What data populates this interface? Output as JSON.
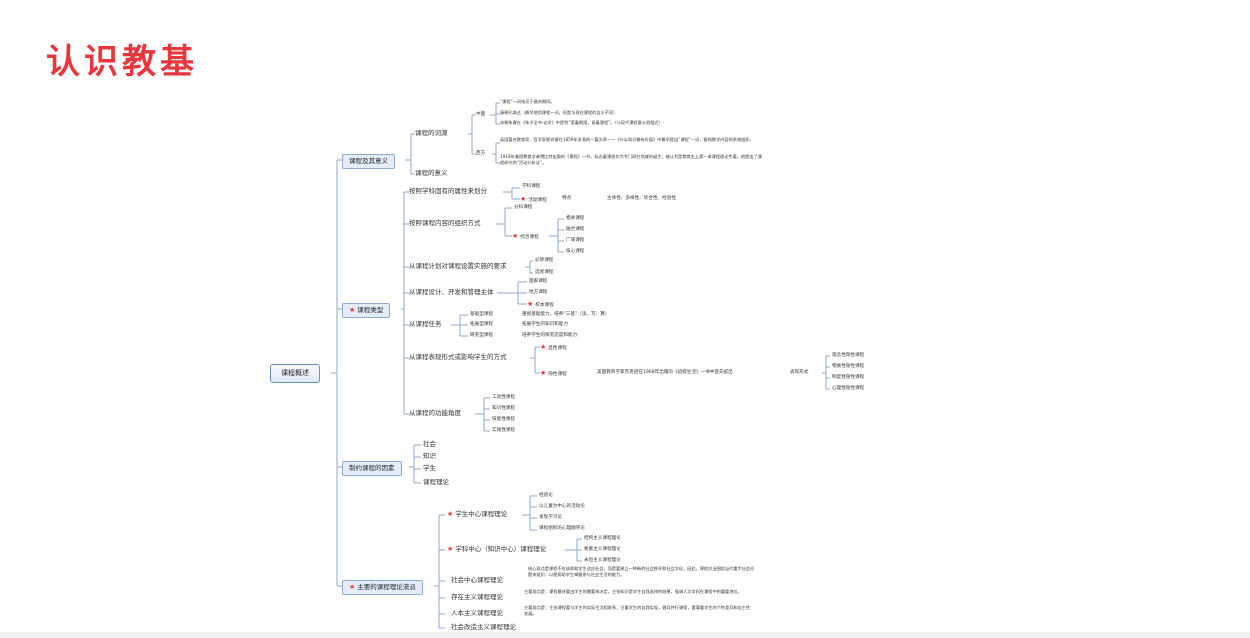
{
  "title": "认识教基",
  "root": "课程概述",
  "star_glyph": "★",
  "line_color": "#8fa9cf",
  "accent": "#e8363c",
  "nodes": {
    "b1": "课程及其意义",
    "b1_a": "课程的词源",
    "b1_a_zh": "中国",
    "b1_a_zh_1": "“课程”一词始见于唐宋期间。",
    "b1_a_zh_2": "唐朝孔颖达（最早使用课程一词，但是与现在课程的含义不同）",
    "b1_a_zh_3": "宋朝朱熹在《朱子全书·论学》中提到“宽着期限，紧着课程”。（与现代课程意义很相近）",
    "b1_a_xi": "西方",
    "b1_a_xi_1": "英国著名教育家、哲学家斯宾塞在1859年发表的一篇文章——《什么知识最有价值》中最早提出“课程”一词，意指教学内容的系统组织。",
    "b1_a_xi_2": "1918年美国教育学者博比特出版的《课程》一书，标志着课程作为专门研究领域的诞生，被认为是教育史上第一本课程理论专著。他提出了课程研究的“活动分析法”。",
    "b1_b": "课程的意义",
    "b2": "课程类型",
    "b2_a": "按照学科固有的属性来划分",
    "b2_a_1": "学科课程",
    "b2_a_2": "活动课程",
    "b2_a_2_f": "特点",
    "b2_a_2_fv": "主体性、多样性、综合性、经验性",
    "b2_b": "按照课程内容的组织方式",
    "b2_b_1": "分科课程",
    "b2_b_2": "综合课程",
    "b2_b_2_1": "相关课程",
    "b2_b_2_2": "融合课程",
    "b2_b_2_3": "广域课程",
    "b2_b_2_4": "核心课程",
    "b2_c": "从课程计划对课程设置实施的要求",
    "b2_c_1": "必修课程",
    "b2_c_2": "选修课程",
    "b2_d": "从课程设计、开发和管理主体",
    "b2_d_1": "国家课程",
    "b2_d_2": "地方课程",
    "b2_d_3": "校本课程",
    "b2_e": "从课程任务",
    "b2_e_1": "基础型课程",
    "b2_e_1v": "重视基础能力，培养“三基”（读、写、算）",
    "b2_e_2": "拓展型课程",
    "b2_e_2v": "拓展学生的知识和能力",
    "b2_e_3": "研究型课程",
    "b2_e_3v": "培养学生的探究态度和能力",
    "b2_f": "从课程表现形式或影响学生的方式",
    "b2_f_1": "显性课程",
    "b2_f_2": "隐性课程",
    "b2_f_2v": "美国教育学家杰克逊在1968年出版的《班级生活》一书中首先提出",
    "b2_f_2w": "表现形式",
    "b2_f_2w_1": "观念性隐性课程",
    "b2_f_2w_2": "物质性隐性课程",
    "b2_f_2w_3": "制度性隐性课程",
    "b2_f_2w_4": "心理性隐性课程",
    "b2_g": "从课程的功能角度",
    "b2_g_1": "工具性课程",
    "b2_g_2": "知识性课程",
    "b2_g_3": "技能性课程",
    "b2_g_4": "实践性课程",
    "b3": "制约课程的因素",
    "b3_1": "社会",
    "b3_2": "知识",
    "b3_3": "学生",
    "b3_4": "课程理论",
    "b4": "主要的课程理论流派",
    "b4_a": "学生中心课程理论",
    "b4_a_1": "经验论",
    "b4_a_2": "以儿童为中心的活动论",
    "b4_a_3": "发现学习论",
    "b4_a_4": "课程组织的心理顺序论",
    "b4_b": "学科中心（知识中心）课程理论",
    "b4_b_1": "结构主义课程理论",
    "b4_b_2": "要素主义课程理论",
    "b4_b_3": "永恒主义课程理论",
    "b4_c": "社会中心课程理论",
    "b4_c_v": "核心观点是课程不应该帮助学生适应社会，而是要建立一种新的社会秩序和社会文化。因此，课程应当围绕当代重大社会问题来组织，以便帮助学生掌握参与社会生活的能力。",
    "b4_d": "存在主义课程理论",
    "b4_d_v": "主要观点是：课程最终要由学生的需要来决定，主张知识是学生自我选择的结果，强调人文学科在课程中的重要地位。",
    "b4_e": "人本主义课程理论",
    "b4_e_v": "主要观点是：主张课程要与学生的实际生活相联系，注重学生的自我实现，倡导并行课程，要尊重学生的个性差异和自主性发展。",
    "b4_f": "社会改造主义课程理论"
  }
}
